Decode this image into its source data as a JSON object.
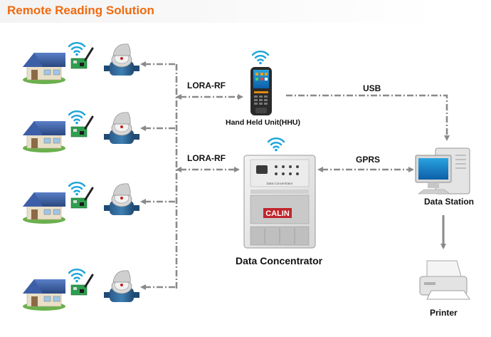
{
  "title": "Remote Reading Solution",
  "labels": {
    "lora_top": "LORA-RF",
    "lora_mid": "LORA-RF",
    "usb": "USB",
    "gprs": "GPRS",
    "hhu": "Hand Held Unit(HHU)",
    "concentrator": "Data Concentrator",
    "station": "Data Station",
    "printer": "Printer"
  },
  "device_text": {
    "brand": "CALIN",
    "model_line": "Data Concentrator"
  },
  "icons": {
    "house": "house-icon",
    "rf_module": "rf-module-icon",
    "meter": "water-meter-icon",
    "wifi": "wifi-icon",
    "hhu": "handheld-unit-icon",
    "concentrator": "concentrator-icon",
    "computer": "computer-icon",
    "printer": "printer-icon"
  },
  "colors": {
    "title": "#f06a10",
    "connector": "#8a8a8a",
    "wifi": "#1aa3d9",
    "house_roof": "#2d4a8a",
    "grass": "#6ab04c"
  }
}
